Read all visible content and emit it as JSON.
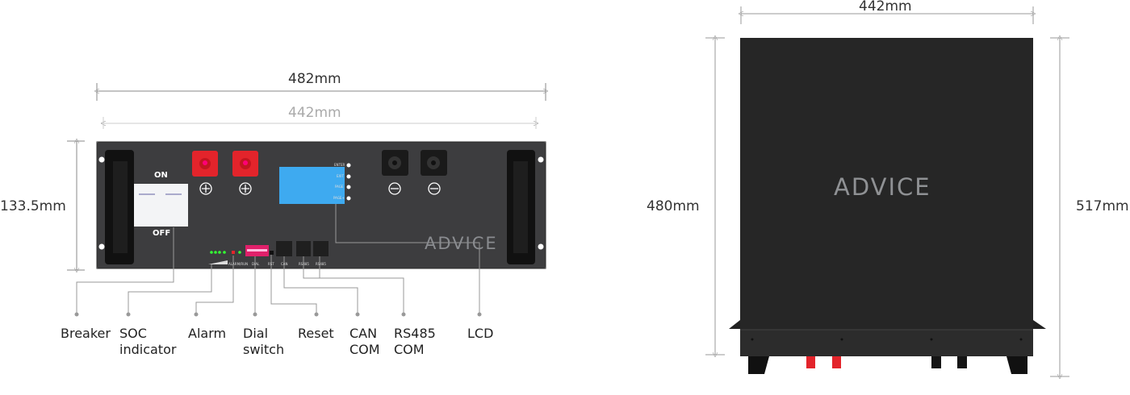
{
  "front_view": {
    "width_outer": "482mm",
    "width_inner": "442mm",
    "height": "133.5mm",
    "breaker_on": "ON",
    "breaker_off": "OFF",
    "brand": "ADVICE",
    "lcd_buttons": [
      "ENTER",
      "EXIT",
      "PAGE",
      "PAGE+"
    ],
    "panel_labels": [
      "ALARM/RUN",
      "DIAL",
      "RST",
      "CAN",
      "RS485",
      "RS485"
    ],
    "callouts": [
      "Breaker",
      "SOC\nindicator",
      "Alarm",
      "Dial\nswitch",
      "Reset",
      "CAN\nCOM",
      "RS485\nCOM",
      "LCD"
    ]
  },
  "top_view": {
    "width": "442mm",
    "depth_inner": "480mm",
    "depth_outer": "517mm",
    "brand": "ADVICE"
  },
  "colors": {
    "panel": "#3d3d3f",
    "lcd": "#3eaaf0",
    "terminal_pos": "#e3242b",
    "top_case": "#272727",
    "dimension_line": "#999999"
  }
}
